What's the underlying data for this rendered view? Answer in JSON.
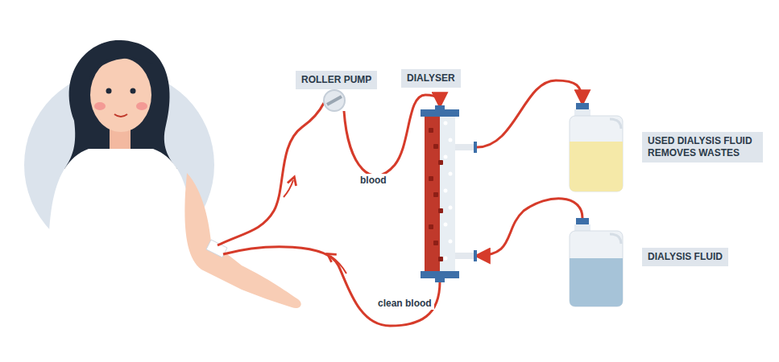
{
  "diagram": {
    "nodes": [
      {
        "text": [
          "ROLLER PUMP"
        ]
      },
      {
        "text": [
          "DIALYSER"
        ]
      },
      {
        "text": [
          "USED DIALYSIS FLUID REMOVES WASTES"
        ]
      },
      {
        "text": [
          "DIALYSIS FLUID"
        ]
      }
    ],
    "edges": [
      {
        "from": 0,
        "to": 1,
        "arrow": "to",
        "label": "blood"
      },
      {
        "from": 1,
        "to": 2,
        "arrow": "to"
      },
      {
        "from": 3,
        "to": 1,
        "arrow": "to"
      }
    ],
    "labels": [
      "clean blood"
    ]
  }
}
